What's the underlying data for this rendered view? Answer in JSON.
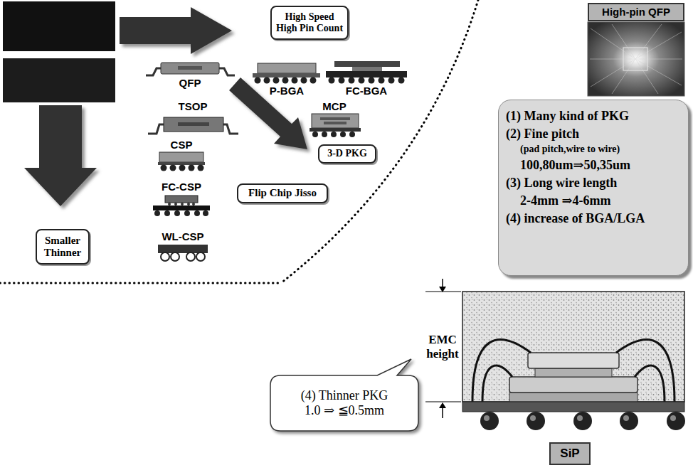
{
  "diagram": {
    "nodes": [
      {
        "text": [
          "High Speed High Pin Count"
        ]
      },
      {
        "text": [
          "High-pin QFP"
        ]
      },
      {
        "text": [
          "3-D PKG"
        ]
      },
      {
        "text": [
          "(1) Many kind of PKG",
          "(2) Fine pitch",
          "(pad pitch,wire to wire)",
          "100,80um⇒50,35um",
          "(3) Long wire length",
          "2-4mm ⇒4-6mm",
          "(4) increase of BGA/LGA"
        ]
      },
      {
        "text": [
          "Flip Chip Jisso"
        ]
      },
      {
        "text": [
          "Smaller Thinner"
        ]
      },
      {
        "text": [
          "(4) Thinner PKG 1.0 ⇒ ≦0.5mm"
        ]
      },
      {
        "text": [
          "SiP"
        ]
      }
    ],
    "labels": [
      "QFP",
      "P-BGA",
      "FC-BGA",
      "MCP",
      "TSOP",
      "CSP",
      "FC-CSP",
      "WL-CSP",
      "EMC height"
    ]
  }
}
